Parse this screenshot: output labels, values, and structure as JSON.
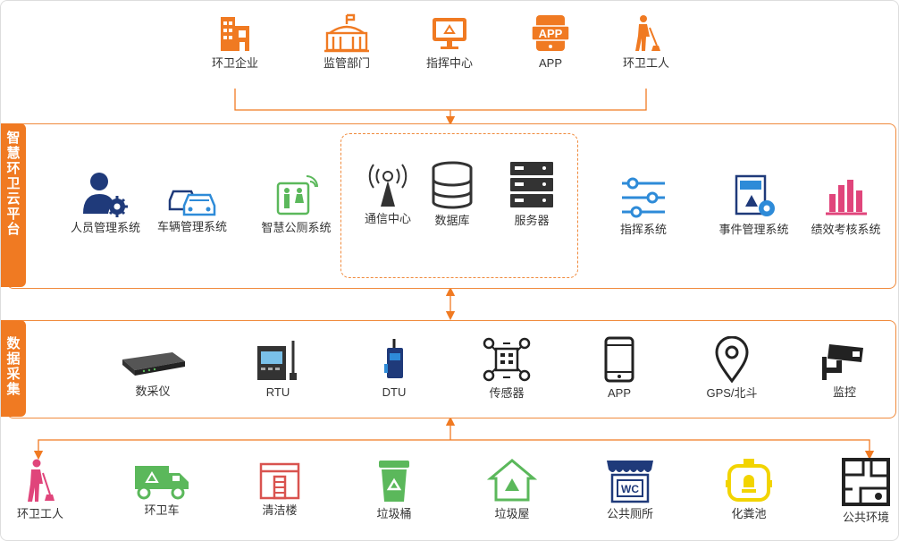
{
  "top_users": [
    "环卫企业",
    "监管部门",
    "指挥中心",
    "APP",
    "环卫工人"
  ],
  "app_icon_text": "APP",
  "platform": {
    "tag": [
      "智",
      "慧",
      "环",
      "卫",
      "云",
      "平",
      "台"
    ],
    "left_systems": [
      "人员管理系统",
      "车辆管理系统",
      "智慧公厕系统"
    ],
    "center": [
      "通信中心",
      "数据库",
      "服务器"
    ],
    "right_systems": [
      "指挥系统",
      "事件管理系统",
      "绩效考核系统"
    ]
  },
  "collection": {
    "tag": [
      "数",
      "据",
      "采",
      "集"
    ],
    "devices": [
      "数采仪",
      "RTU",
      "DTU",
      "传感器",
      "APP",
      "GPS/北斗",
      "监控"
    ]
  },
  "objects": [
    "环卫工人",
    "环卫车",
    "清洁楼",
    "垃圾桶",
    "垃圾屋",
    "公共厕所",
    "化粪池",
    "公共环境"
  ],
  "wc_text": "WC",
  "colors": {
    "accent": "#f07a22",
    "blue": "#2e8bd8",
    "navy": "#1f3a7a",
    "green": "#5bb85b",
    "pink": "#e0457b",
    "yellow": "#f2d400"
  }
}
